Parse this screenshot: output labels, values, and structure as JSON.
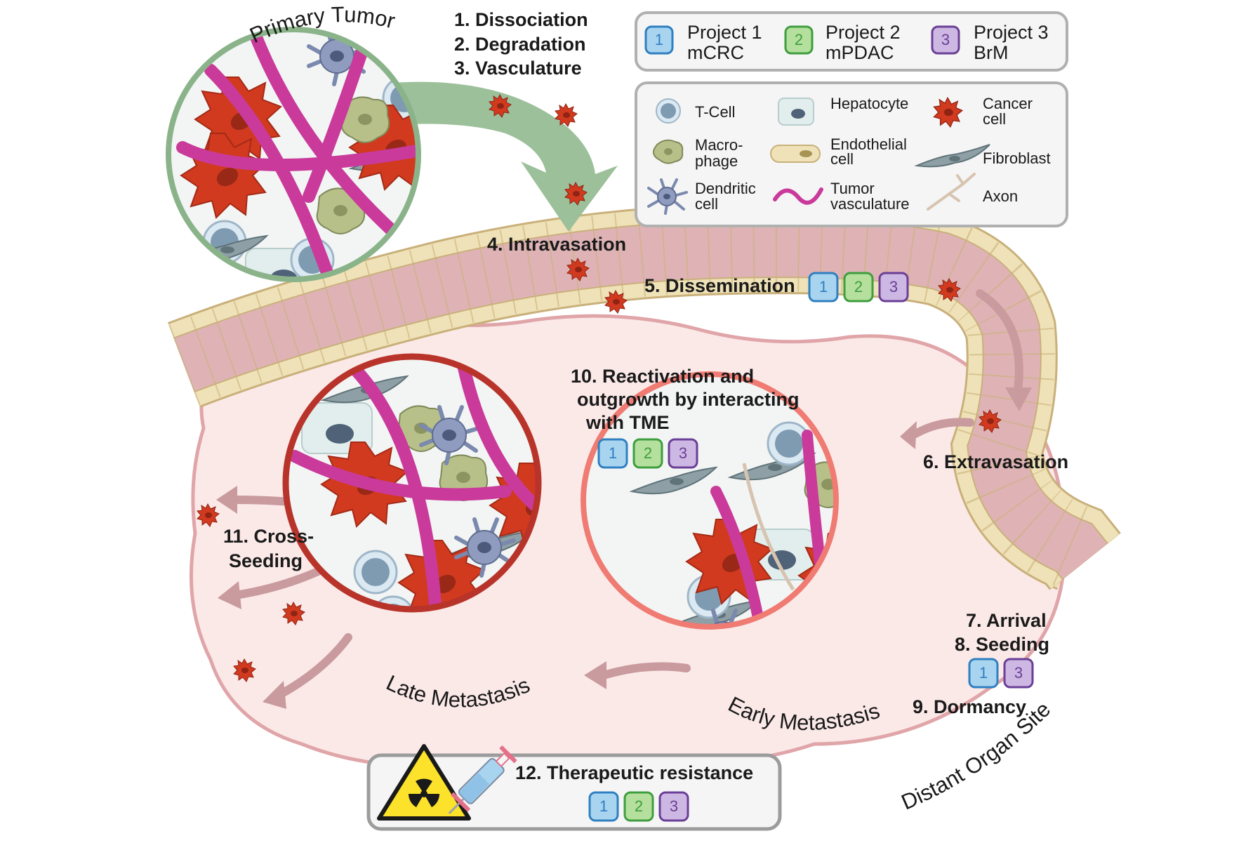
{
  "projects": [
    {
      "num": "1",
      "name": "Project 1",
      "abbr": "mCRC",
      "color": "#2f7fc1",
      "fill": "#a8d4ef"
    },
    {
      "num": "2",
      "name": "Project 2",
      "abbr": "mPDAC",
      "color": "#3e9e3e",
      "fill": "#b4df9d"
    },
    {
      "num": "3",
      "name": "Project 3",
      "abbr": "BrM",
      "color": "#6a3f96",
      "fill": "#cdb7e3"
    }
  ],
  "legend": {
    "t_cell": "T-Cell",
    "hepatocyte": "Hepatocyte",
    "cancer_1": "Cancer",
    "cancer_2": "cell",
    "macrophage_1": "Macro-",
    "macrophage_2": "phage",
    "endothelial_1": "Endothelial",
    "endothelial_2": "cell",
    "fibroblast": "Fibroblast",
    "dendritic_1": "Dendritic",
    "dendritic_2": "cell",
    "vasculature_1": "Tumor",
    "vasculature_2": "vasculature",
    "axon": "Axon"
  },
  "regions": {
    "primary_tumor": "Primary Tumor",
    "late_metastasis": "Late Metastasis",
    "early_metastasis": "Early Metastasis",
    "distant_organ": "Distant Organ Site"
  },
  "steps": {
    "s1": "1. Dissociation",
    "s2": "2. Degradation",
    "s3": "3. Vasculature",
    "s4": "4. Intravasation",
    "s5": "5. Dissemination",
    "s6": "6. Extravasation",
    "s7": "7. Arrival",
    "s8": "8. Seeding",
    "s9": "9. Dormancy",
    "s10_1": "10. Reactivation and",
    "s10_2": "outgrowth by interacting",
    "s10_3": "with TME",
    "s11_1": "11. Cross-",
    "s11_2": "Seeding",
    "s12": "12. Therapeutic resistance"
  },
  "colors": {
    "cancer": "#d13a1f",
    "vessel": "#c93a9a",
    "tumor_ring": "#8ab38a",
    "late_ring": "#b8342a",
    "early_ring": "#ef7b73",
    "organ_fill": "#fbe9e8",
    "organ_stroke": "#e0a5a8",
    "blood_vessel": "#dfb3b6",
    "endothelium": "#efe2b8",
    "arrow_green": "#9cc09a",
    "arrow_mauve": "#c99a9e"
  }
}
